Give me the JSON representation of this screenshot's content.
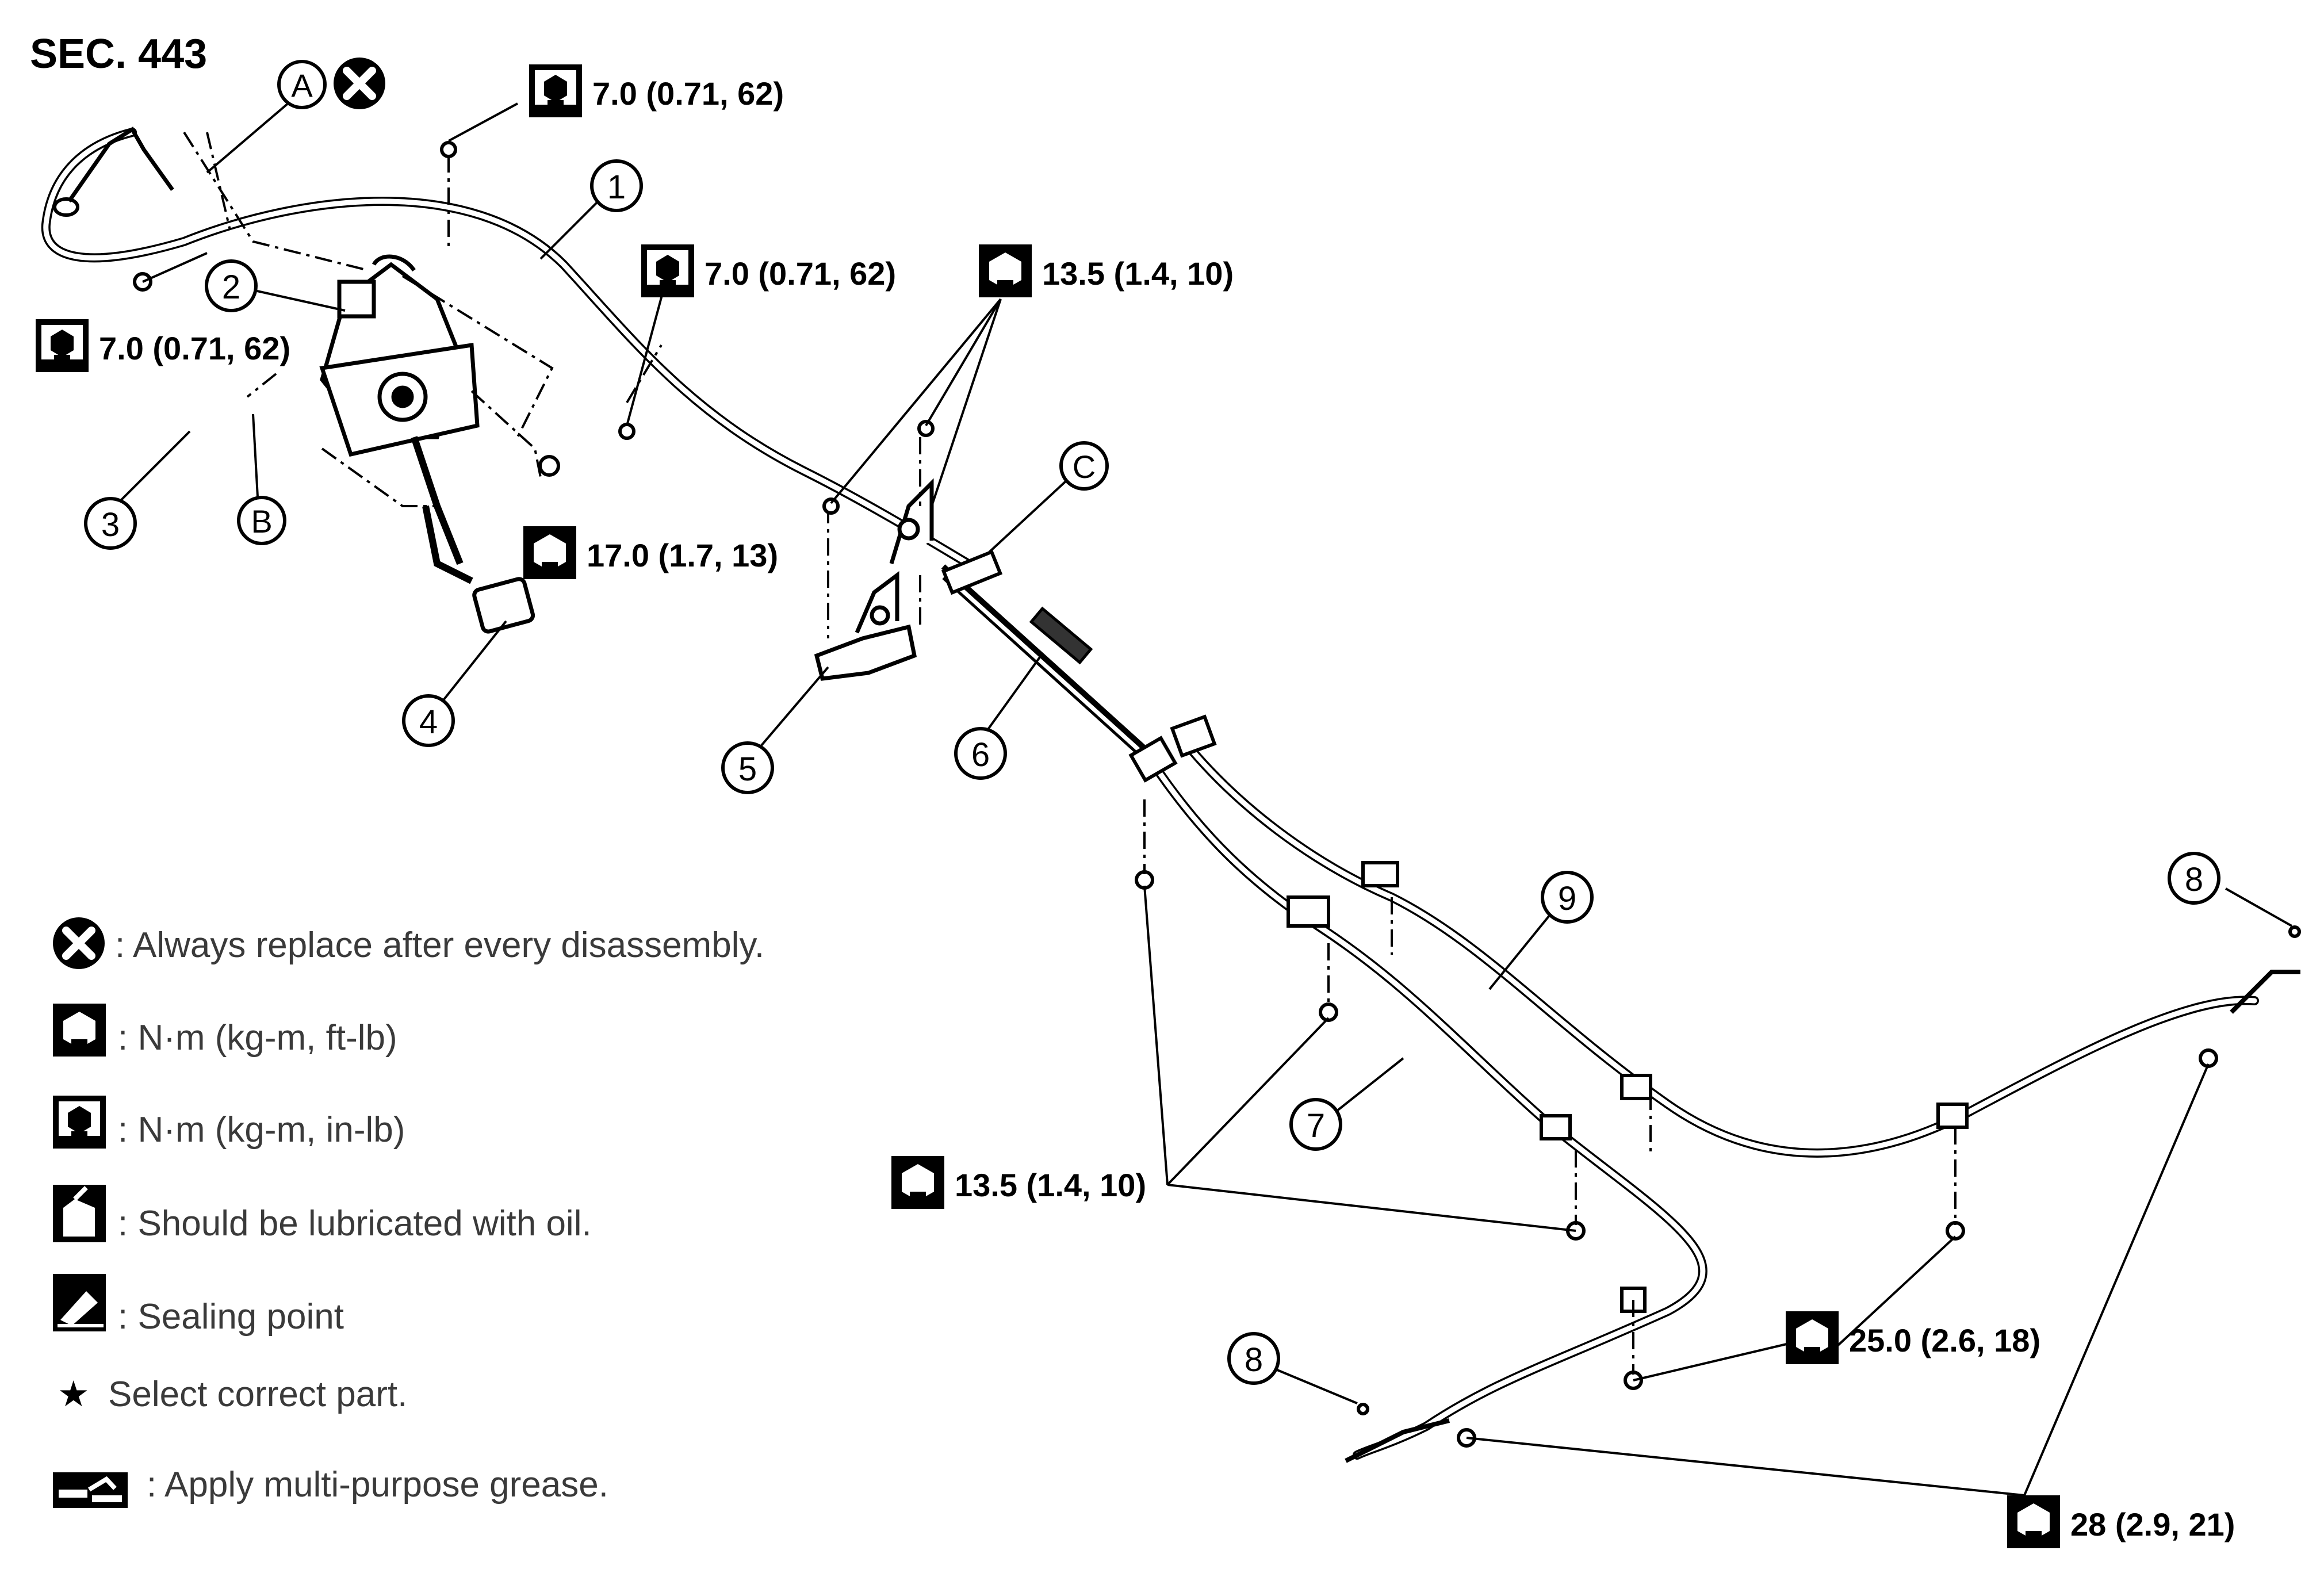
{
  "section": "SEC. 443",
  "reference_letters": {
    "a": "A",
    "b": "B",
    "c": "C"
  },
  "callouts": {
    "c1": "1",
    "c2": "2",
    "c3": "3",
    "c4": "4",
    "c5": "5",
    "c6": "6",
    "c7": "7",
    "c8a": "8",
    "c8b": "8",
    "c9": "9"
  },
  "torques": {
    "t_top_center": "7.0 (0.71, 62)",
    "t_left": "7.0 (0.71, 62)",
    "t_mid": "7.0 (0.71, 62)",
    "t_bracket": "13.5 (1.4, 10)",
    "t_pedal": "17.0 (1.7, 13)",
    "t_lower": "13.5 (1.4, 10)",
    "t_rear": "25.0 (2.6, 18)",
    "t_backplate": "28 (2.9, 21)"
  },
  "legend": {
    "replace": ": Always replace after every disassembly.",
    "nm_ftlb": ": N·m (kg-m, ft-lb)",
    "nm_inlb": ": N·m (kg-m, in-lb)",
    "oil": ": Should be lubricated with oil.",
    "seal": ": Sealing point",
    "select": "Select correct part.",
    "grease": ": Apply multi-purpose grease."
  },
  "colors": {
    "ink": "#000000",
    "paper": "#ffffff",
    "legend_text": "#3a3a3a"
  }
}
